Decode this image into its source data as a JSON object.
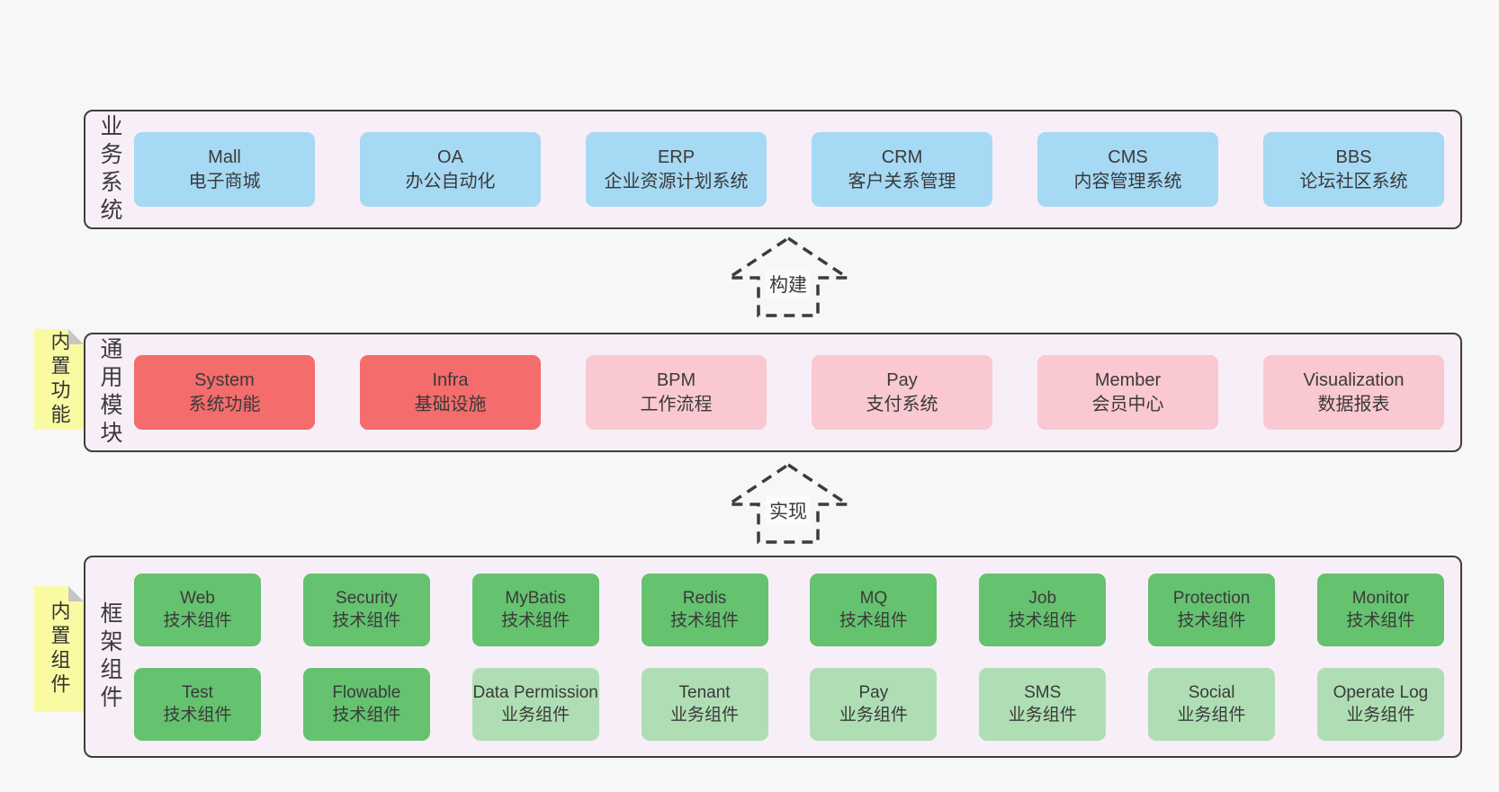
{
  "colors": {
    "page_background": "#f7f7f7",
    "band_background": "#f8eef7",
    "band_border": "#3e3e3e",
    "sticky_yellow": "#fafaa3",
    "sticky_fold": "#c6c6c6",
    "text": "#3a3a3a",
    "blue": "#a6d9f3",
    "red": "#f46c6c",
    "pink": "#fac8d0",
    "green": "#65c26f",
    "green_light": "#afdeb4"
  },
  "bands": [
    {
      "label": "业务系统",
      "sticky": null,
      "rows": [
        [
          {
            "title": "Mall",
            "subtitle": "电子商城",
            "variant": "blue"
          },
          {
            "title": "OA",
            "subtitle": "办公自动化",
            "variant": "blue"
          },
          {
            "title": "ERP",
            "subtitle": "企业资源计划系统",
            "variant": "blue"
          },
          {
            "title": "CRM",
            "subtitle": "客户关系管理",
            "variant": "blue"
          },
          {
            "title": "CMS",
            "subtitle": "内容管理系统",
            "variant": "blue"
          },
          {
            "title": "BBS",
            "subtitle": "论坛社区系统",
            "variant": "blue"
          }
        ]
      ]
    },
    {
      "label": "通用模块",
      "sticky": "内置功能",
      "rows": [
        [
          {
            "title": "System",
            "subtitle": "系统功能",
            "variant": "red"
          },
          {
            "title": "Infra",
            "subtitle": "基础设施",
            "variant": "red"
          },
          {
            "title": "BPM",
            "subtitle": "工作流程",
            "variant": "pink"
          },
          {
            "title": "Pay",
            "subtitle": "支付系统",
            "variant": "pink"
          },
          {
            "title": "Member",
            "subtitle": "会员中心",
            "variant": "pink"
          },
          {
            "title": "Visualization",
            "subtitle": "数据报表",
            "variant": "pink"
          }
        ]
      ]
    },
    {
      "label": "框架组件",
      "sticky": "内置组件",
      "rows": [
        [
          {
            "title": "Web",
            "subtitle": "技术组件",
            "variant": "green"
          },
          {
            "title": "Security",
            "subtitle": "技术组件",
            "variant": "green"
          },
          {
            "title": "MyBatis",
            "subtitle": "技术组件",
            "variant": "green"
          },
          {
            "title": "Redis",
            "subtitle": "技术组件",
            "variant": "green"
          },
          {
            "title": "MQ",
            "subtitle": "技术组件",
            "variant": "green"
          },
          {
            "title": "Job",
            "subtitle": "技术组件",
            "variant": "green"
          },
          {
            "title": "Protection",
            "subtitle": "技术组件",
            "variant": "green"
          },
          {
            "title": "Monitor",
            "subtitle": "技术组件",
            "variant": "green"
          }
        ],
        [
          {
            "title": "Test",
            "subtitle": "技术组件",
            "variant": "green"
          },
          {
            "title": "Flowable",
            "subtitle": "技术组件",
            "variant": "green"
          },
          {
            "title": "Data Permission",
            "subtitle": "业务组件",
            "variant": "green_light"
          },
          {
            "title": "Tenant",
            "subtitle": "业务组件",
            "variant": "green_light"
          },
          {
            "title": "Pay",
            "subtitle": "业务组件",
            "variant": "green_light"
          },
          {
            "title": "SMS",
            "subtitle": "业务组件",
            "variant": "green_light"
          },
          {
            "title": "Social",
            "subtitle": "业务组件",
            "variant": "green_light"
          },
          {
            "title": "Operate Log",
            "subtitle": "业务组件",
            "variant": "green_light"
          }
        ]
      ]
    }
  ],
  "arrows": [
    {
      "label": "构建"
    },
    {
      "label": "实现"
    }
  ]
}
